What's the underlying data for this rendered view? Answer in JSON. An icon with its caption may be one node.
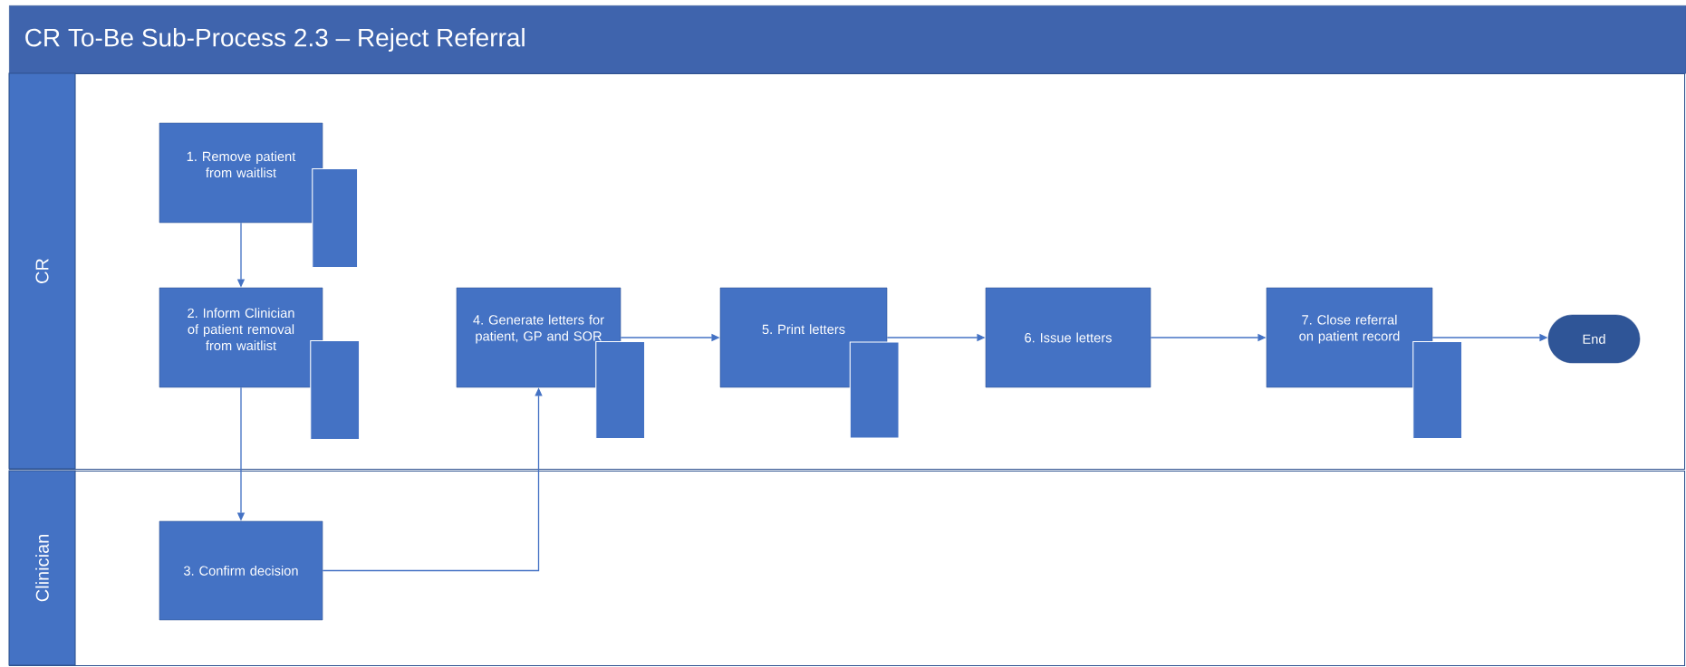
{
  "diagram": {
    "title": "CR To-Be Sub-Process 2.3 – Reject Referral",
    "nodes": [
      {
        "text": [
          "CR"
        ]
      },
      {
        "text": [
          "Clinician"
        ]
      },
      {
        "text": [
          "1. Remove patient from waitlist"
        ],
        "in": 0
      },
      {
        "text": [],
        "shape": "cylinder",
        "in": 0
      },
      {
        "text": [
          "2. Inform Clinician of patient removal from waitlist"
        ],
        "in": 0
      },
      {
        "text": [],
        "shape": "cylinder",
        "in": 0
      },
      {
        "text": [
          "3. Confirm decision"
        ],
        "in": 1
      },
      {
        "text": [
          "4. Generate letters for patient, GP and SOR"
        ],
        "in": 0
      },
      {
        "text": [],
        "shape": "cylinder",
        "in": 0
      },
      {
        "text": [
          "5. Print letters"
        ],
        "in": 0
      },
      {
        "text": [],
        "shape": "cylinder",
        "in": 0
      },
      {
        "text": [
          "6. Issue letters"
        ],
        "in": 0
      },
      {
        "text": [
          "7. Close referral on patient record"
        ],
        "in": 0
      },
      {
        "text": [],
        "shape": "cylinder",
        "in": 0
      },
      {
        "text": [
          "End"
        ],
        "in": 0
      }
    ],
    "edges": [
      {
        "from": 2,
        "to": 4,
        "arrow": "to"
      },
      {
        "from": 4,
        "to": 6,
        "arrow": "to"
      },
      {
        "from": 6,
        "to": 7,
        "arrow": "to"
      },
      {
        "from": 7,
        "to": 9,
        "arrow": "to"
      },
      {
        "from": 9,
        "to": 11,
        "arrow": "to"
      },
      {
        "from": 11,
        "to": 12,
        "arrow": "to"
      },
      {
        "from": 12,
        "to": 14,
        "arrow": "to"
      }
    ]
  }
}
